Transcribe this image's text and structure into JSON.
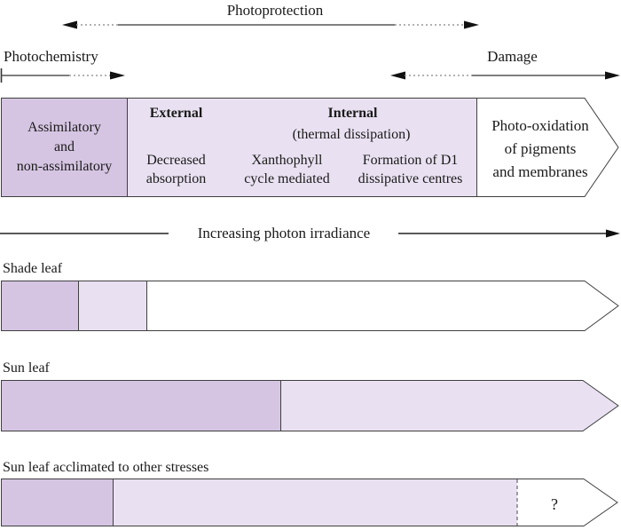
{
  "title_arrows": {
    "photoprotection": "Photoprotection",
    "photochemistry": "Photochemistry",
    "damage": "Damage"
  },
  "header": {
    "assimilatory": "Assimilatory\nand\nnon-assimilatory",
    "external_title": "External",
    "external_item": "Decreased\nabsorption",
    "internal_title": "Internal",
    "internal_subtitle": "(thermal dissipation)",
    "internal_item1": "Xanthophyll\ncycle mediated",
    "internal_item2": "Formation of D1\ndissipative centres",
    "damage_item": "Photo-oxidation\nof pigments\nand membranes"
  },
  "axis": {
    "label": "Increasing photon irradiance"
  },
  "bars": [
    {
      "label": "Shade leaf",
      "segments": [
        {
          "shade": "dark-purple",
          "approx_extent_percent": 12.5
        },
        {
          "shade": "light-purple",
          "approx_extent_percent": 23.5
        },
        {
          "shade": "white",
          "approx_extent_percent": 100
        }
      ]
    },
    {
      "label": "Sun leaf",
      "segments": [
        {
          "shade": "dark-purple",
          "approx_extent_percent": 45
        },
        {
          "shade": "light-purple",
          "approx_extent_percent": 100
        }
      ]
    },
    {
      "label": "Sun leaf acclimated to other stresses",
      "uncertainty": "?",
      "segments": [
        {
          "shade": "dark-purple",
          "approx_extent_percent": 18
        },
        {
          "shade": "light-purple",
          "approx_extent_percent": 83,
          "right_boundary": "dashed"
        },
        {
          "shade": "white",
          "approx_extent_percent": 100
        }
      ]
    }
  ],
  "colors": {
    "dark_purple": "#d5c5e2",
    "light_purple": "#e9e1f1",
    "outline": "#3f3f3f",
    "solid_line": "#555555",
    "dotted_line": "#999999",
    "arrowhead": "#111111"
  }
}
